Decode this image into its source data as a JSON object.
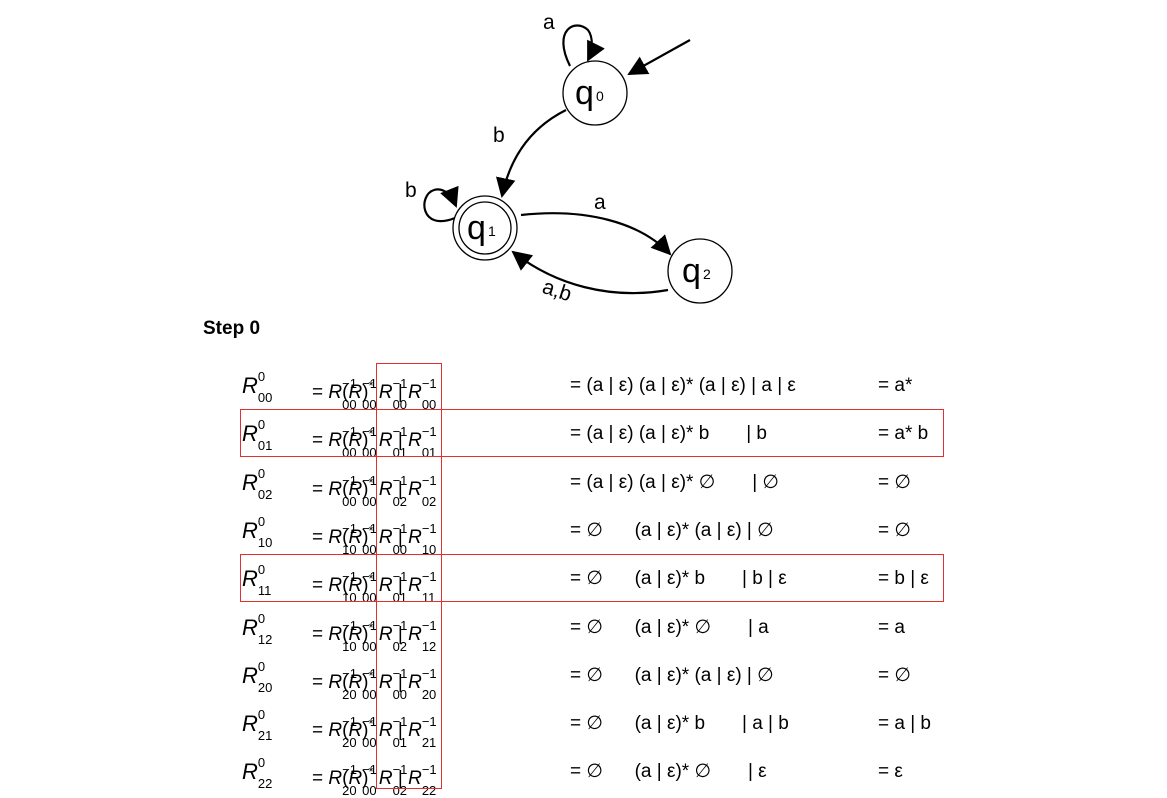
{
  "diagram": {
    "states": [
      {
        "id": "q0",
        "name": "q",
        "sub": "0"
      },
      {
        "id": "q1",
        "name": "q",
        "sub": "1"
      },
      {
        "id": "q2",
        "name": "q",
        "sub": "2"
      }
    ],
    "edge_labels": {
      "q0_loop": "a",
      "q0_q1": "b",
      "q1_loop": "b",
      "q1_q2": "a",
      "q2_q1": "a,b"
    }
  },
  "step": {
    "title": "Step 0"
  },
  "symbols": {
    "r": "R",
    "eq": "=",
    "bar": "|",
    "star": "*",
    "sup0": "0",
    "supm1": "−1"
  },
  "rows": [
    {
      "ij": "00",
      "k": "0",
      "a": "00",
      "b": "00",
      "c": "00",
      "d": "00",
      "expr": "= (a | ε) (a | ε)* (a | ε) | a | ε",
      "result": "= a*",
      "highlighted": false
    },
    {
      "ij": "01",
      "k": "0",
      "a": "00",
      "b": "00",
      "c": "01",
      "d": "01",
      "expr": "= (a | ε) (a | ε)* b       | b",
      "result": "= a* b",
      "highlighted": true
    },
    {
      "ij": "02",
      "k": "0",
      "a": "00",
      "b": "00",
      "c": "02",
      "d": "02",
      "expr": "= (a | ε) (a | ε)* ∅       | ∅",
      "result": "= ∅",
      "highlighted": false
    },
    {
      "ij": "10",
      "k": "0",
      "a": "10",
      "b": "00",
      "c": "00",
      "d": "10",
      "expr": "= ∅      (a | ε)* (a | ε) | ∅",
      "result": "= ∅",
      "highlighted": false
    },
    {
      "ij": "11",
      "k": "0",
      "a": "10",
      "b": "00",
      "c": "01",
      "d": "11",
      "expr": "= ∅      (a | ε)* b       | b | ε",
      "result": "= b | ε",
      "highlighted": true
    },
    {
      "ij": "12",
      "k": "0",
      "a": "10",
      "b": "00",
      "c": "02",
      "d": "12",
      "expr": "= ∅      (a | ε)* ∅       | a",
      "result": "= a",
      "highlighted": false
    },
    {
      "ij": "20",
      "k": "0",
      "a": "20",
      "b": "00",
      "c": "00",
      "d": "20",
      "expr": "= ∅      (a | ε)* (a | ε) | ∅",
      "result": "= ∅",
      "highlighted": false
    },
    {
      "ij": "21",
      "k": "0",
      "a": "20",
      "b": "00",
      "c": "01",
      "d": "21",
      "expr": "= ∅      (a | ε)* b       | a | b",
      "result": "= a | b",
      "highlighted": false
    },
    {
      "ij": "22",
      "k": "0",
      "a": "20",
      "b": "00",
      "c": "02",
      "d": "22",
      "expr": "= ∅      (a | ε)* ∅       | ε",
      "result": "= ε",
      "highlighted": false
    }
  ],
  "colors": {
    "highlight": "#e03030",
    "ink": "#000000"
  }
}
